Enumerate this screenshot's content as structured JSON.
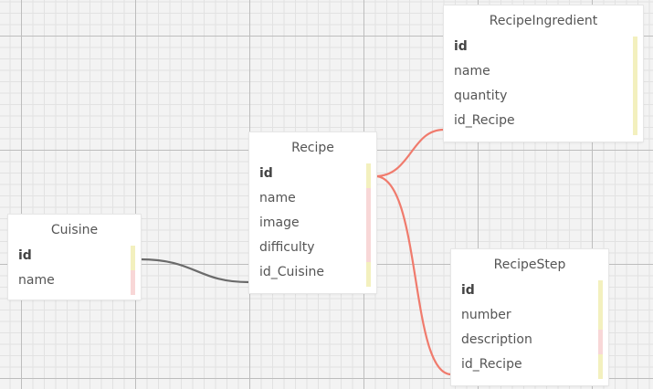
{
  "tables": {
    "recipe_ingredient": {
      "title": "RecipeIngredient",
      "fields": [
        "id",
        "name",
        "quantity",
        "id_Recipe"
      ]
    },
    "recipe": {
      "title": "Recipe",
      "fields": [
        "id",
        "name",
        "image",
        "difficulty",
        "id_Cuisine"
      ]
    },
    "cuisine": {
      "title": "Cuisine",
      "fields": [
        "id",
        "name"
      ]
    },
    "recipe_step": {
      "title": "RecipeStep",
      "fields": [
        "id",
        "number",
        "description",
        "id_Recipe"
      ]
    }
  },
  "colors": {
    "relation_recipe": "#f07b6d",
    "relation_cuisine": "#6b6b6b",
    "bar_key": "#f3f0be",
    "bar_field": "#f8d7d7"
  }
}
